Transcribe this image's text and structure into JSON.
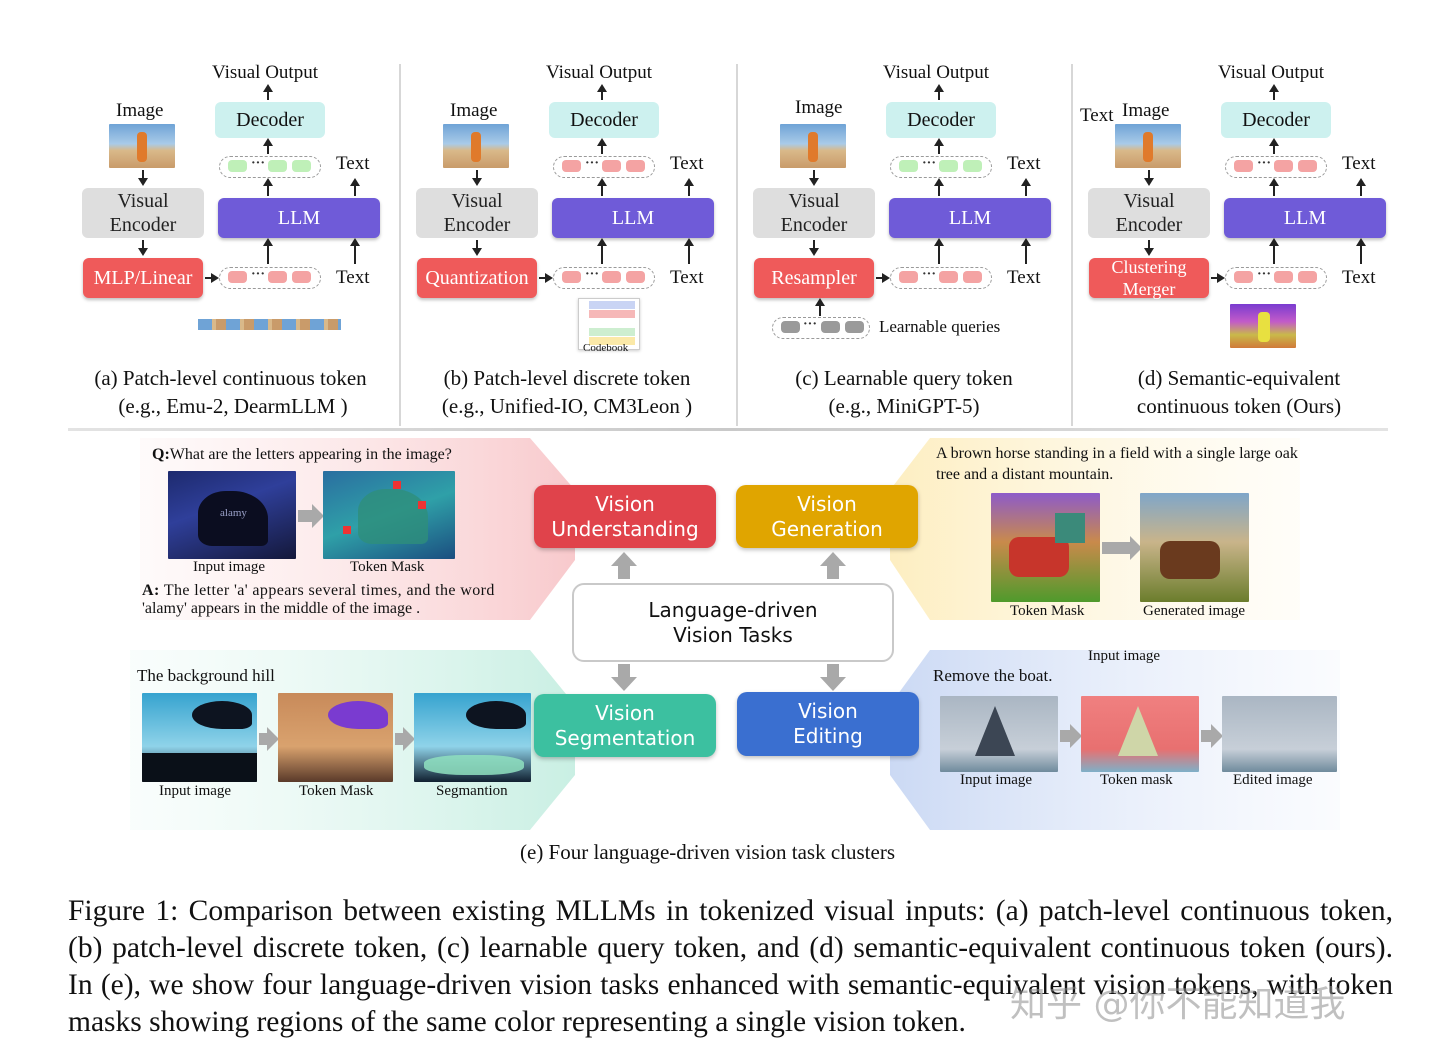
{
  "panels": [
    {
      "id": "a",
      "visual_output": "Visual Output",
      "image_label": "Image",
      "decoder": "Decoder",
      "encoder_line1": "Visual",
      "encoder_line2": "Encoder",
      "llm": "LLM",
      "text_top": "Text",
      "text_bottom": "Text",
      "tokenizer": "MLP/Linear",
      "caption_line1": "(a) Patch-level continuous token",
      "caption_line2": "(e.g., Emu-2, DearmLLM )",
      "token_color": "#f4a3a3",
      "output_token_color": "#bff0b8"
    },
    {
      "id": "b",
      "visual_output": "Visual Output",
      "image_label": "Image",
      "decoder": "Decoder",
      "encoder_line1": "Visual",
      "encoder_line2": "Encoder",
      "llm": "LLM",
      "text_top": "Text",
      "text_bottom": "Text",
      "tokenizer": "Quantization",
      "codebook": "Codebook",
      "caption_line1": "(b) Patch-level discrete token",
      "caption_line2": "(e.g., Unified-IO, CM3Leon )",
      "token_color": "#f4a3a3",
      "output_token_color": "#f4a3a3"
    },
    {
      "id": "c",
      "visual_output": "Visual Output",
      "image_label": "Image",
      "decoder": "Decoder",
      "encoder_line1": "Visual",
      "encoder_line2": "Encoder",
      "llm": "LLM",
      "text_top": "Text",
      "text_bottom": "Text",
      "tokenizer": "Resampler",
      "queries": "Learnable queries",
      "caption_line1": "(c) Learnable query token",
      "caption_line2": "(e.g., MiniGPT-5)",
      "token_color": "#f4a3a3",
      "output_token_color": "#bff0b8"
    },
    {
      "id": "d",
      "visual_output": "Visual Output",
      "image_label": "Image",
      "text_left": "Text",
      "decoder": "Decoder",
      "encoder_line1": "Visual",
      "encoder_line2": "Encoder",
      "llm": "LLM",
      "text_top": "Text",
      "text_bottom": "Text",
      "tokenizer_line1": "Clustering",
      "tokenizer_line2": "Merger",
      "caption_line1": "(d) Semantic-equivalent",
      "caption_line2": "continuous token (Ours)",
      "token_color": "#f4a3a3",
      "output_token_color": "#f4a3a3"
    }
  ],
  "tasks": {
    "center_line1": "Language-driven",
    "center_line2": "Vision Tasks",
    "understanding": {
      "line1": "Vision",
      "line2": "Understanding",
      "color": "#e0434b",
      "question_prefix": "Q:",
      "question": "What are the letters appearing in the image?",
      "img1": "Input image",
      "img2": "Token Mask",
      "answer_prefix": "A:",
      "answer_line1": "The letter 'a' appears several times, and the word",
      "answer_line2": "'alamy' appears in the middle of the image ."
    },
    "generation": {
      "line1": "Vision",
      "line2": "Generation",
      "color": "#e0a500",
      "prompt_line1": "A brown horse standing in a field with a single large oak",
      "prompt_line2": "tree and a distant mountain.",
      "img1": "Token Mask",
      "img2": "Generated image"
    },
    "segmentation": {
      "line1": "Vision",
      "line2": "Segmentation",
      "color": "#3cc0a0",
      "prompt": "The background hill",
      "img1": "Input image",
      "img2": "Token Mask",
      "img3": "Segmantion"
    },
    "editing": {
      "line1": "Vision",
      "line2": "Editing",
      "color": "#3a6fd0",
      "prompt": "Remove the boat.",
      "top_label": "Input image",
      "img1": "Input image",
      "img2": "Token mask",
      "img3": "Edited image"
    },
    "caption": "(e) Four language-driven vision task clusters"
  },
  "figure_caption": "Figure 1: Comparison between existing MLLMs in tokenized visual inputs: (a) patch-level continuous token, (b) patch-level discrete token, (c) learnable query token, and (d) semantic-equivalent continuous token (ours). In (e), we show four language-driven vision tasks enhanced with semantic-equivalent vision tokens, with token masks showing regions of the same color representing a single vision token.",
  "watermark": "知乎 @你不能知道我"
}
